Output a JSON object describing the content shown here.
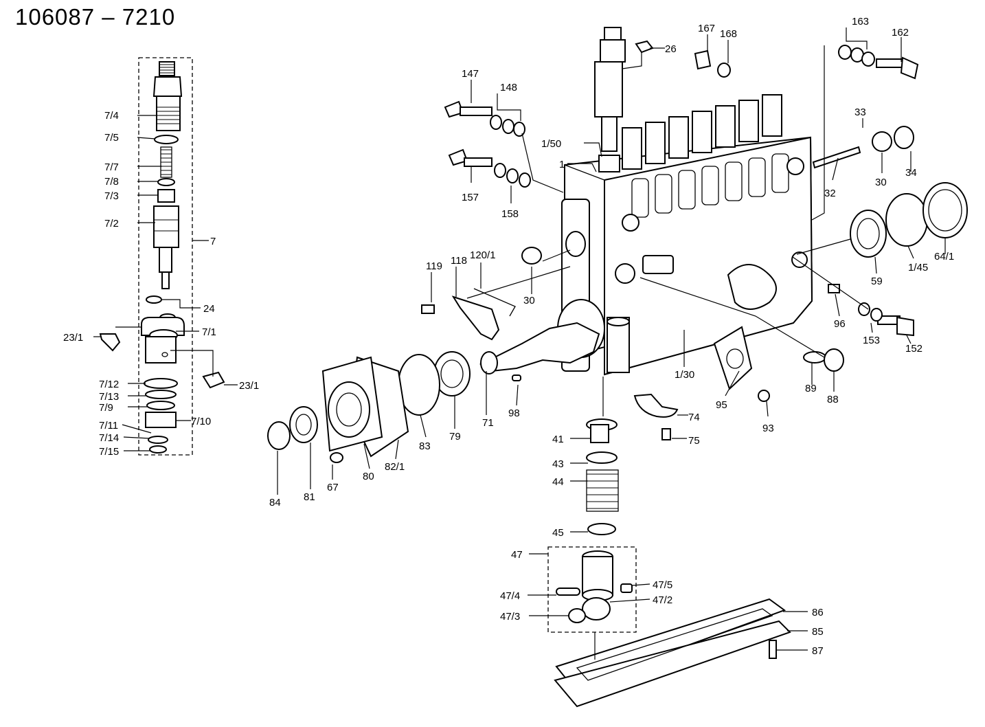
{
  "title": "106087 – 7210",
  "callouts": [
    {
      "id": "c-7-4",
      "text": "7/4"
    },
    {
      "id": "c-7-5",
      "text": "7/5"
    },
    {
      "id": "c-7-7",
      "text": "7/7"
    },
    {
      "id": "c-7-8",
      "text": "7/8"
    },
    {
      "id": "c-7-3",
      "text": "7/3"
    },
    {
      "id": "c-7-2",
      "text": "7/2"
    },
    {
      "id": "c-7",
      "text": "7"
    },
    {
      "id": "c-24",
      "text": "24"
    },
    {
      "id": "c-7-1",
      "text": "7/1"
    },
    {
      "id": "c-23-1a",
      "text": "23/1"
    },
    {
      "id": "c-23-1b",
      "text": "23/1"
    },
    {
      "id": "c-7-12",
      "text": "7/12"
    },
    {
      "id": "c-7-13",
      "text": "7/13"
    },
    {
      "id": "c-7-9",
      "text": "7/9"
    },
    {
      "id": "c-7-11",
      "text": "7/11"
    },
    {
      "id": "c-7-10",
      "text": "7/10"
    },
    {
      "id": "c-7-14",
      "text": "7/14"
    },
    {
      "id": "c-7-15",
      "text": "7/15"
    },
    {
      "id": "c-147",
      "text": "147"
    },
    {
      "id": "c-148",
      "text": "148"
    },
    {
      "id": "c-157",
      "text": "157"
    },
    {
      "id": "c-158",
      "text": "158"
    },
    {
      "id": "c-1-50",
      "text": "1/50"
    },
    {
      "id": "c-1",
      "text": "1"
    },
    {
      "id": "c-26",
      "text": "26"
    },
    {
      "id": "c-167",
      "text": "167"
    },
    {
      "id": "c-168",
      "text": "168"
    },
    {
      "id": "c-163",
      "text": "163"
    },
    {
      "id": "c-162",
      "text": "162"
    },
    {
      "id": "c-33",
      "text": "33"
    },
    {
      "id": "c-34",
      "text": "34"
    },
    {
      "id": "c-30a",
      "text": "30"
    },
    {
      "id": "c-32",
      "text": "32"
    },
    {
      "id": "c-64-1",
      "text": "64/1"
    },
    {
      "id": "c-1-45",
      "text": "1/45"
    },
    {
      "id": "c-59",
      "text": "59"
    },
    {
      "id": "c-119",
      "text": "119"
    },
    {
      "id": "c-118",
      "text": "118"
    },
    {
      "id": "c-120-1",
      "text": "120/1"
    },
    {
      "id": "c-30b",
      "text": "30"
    },
    {
      "id": "c-96",
      "text": "96"
    },
    {
      "id": "c-153",
      "text": "153"
    },
    {
      "id": "c-152",
      "text": "152"
    },
    {
      "id": "c-89",
      "text": "89"
    },
    {
      "id": "c-88",
      "text": "88"
    },
    {
      "id": "c-1-30",
      "text": "1/30"
    },
    {
      "id": "c-95",
      "text": "95"
    },
    {
      "id": "c-93",
      "text": "93"
    },
    {
      "id": "c-74",
      "text": "74"
    },
    {
      "id": "c-75",
      "text": "75"
    },
    {
      "id": "c-71",
      "text": "71"
    },
    {
      "id": "c-98",
      "text": "98"
    },
    {
      "id": "c-79",
      "text": "79"
    },
    {
      "id": "c-83",
      "text": "83"
    },
    {
      "id": "c-82-1",
      "text": "82/1"
    },
    {
      "id": "c-80",
      "text": "80"
    },
    {
      "id": "c-67",
      "text": "67"
    },
    {
      "id": "c-81",
      "text": "81"
    },
    {
      "id": "c-84",
      "text": "84"
    },
    {
      "id": "c-41",
      "text": "41"
    },
    {
      "id": "c-43",
      "text": "43"
    },
    {
      "id": "c-44",
      "text": "44"
    },
    {
      "id": "c-45",
      "text": "45"
    },
    {
      "id": "c-47",
      "text": "47"
    },
    {
      "id": "c-47-4",
      "text": "47/4"
    },
    {
      "id": "c-47-5",
      "text": "47/5"
    },
    {
      "id": "c-47-2",
      "text": "47/2"
    },
    {
      "id": "c-47-3",
      "text": "47/3"
    },
    {
      "id": "c-86",
      "text": "86"
    },
    {
      "id": "c-85",
      "text": "85"
    },
    {
      "id": "c-87",
      "text": "87"
    }
  ]
}
